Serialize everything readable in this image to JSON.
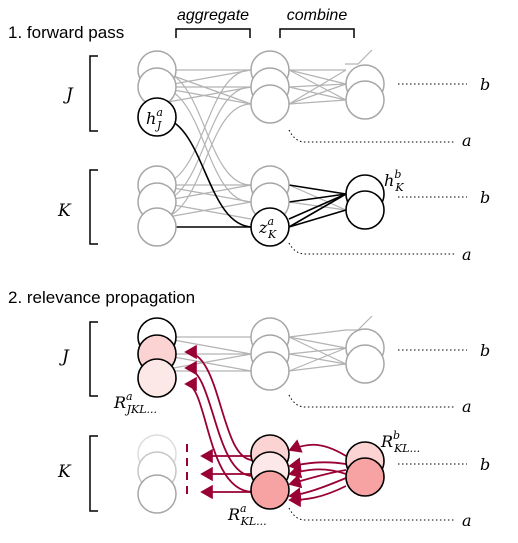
{
  "panel1": {
    "title": "1. forward pass",
    "label_aggregate": "aggregate",
    "label_combine": "combine",
    "group_J": "J",
    "group_K": "K",
    "out_b": "b",
    "out_a": "a",
    "h_base": "h",
    "h_sup": "a",
    "h_sub": "J",
    "hK_base": "h",
    "hK_sup": "b",
    "hK_sub": "K",
    "z_base": "z",
    "z_sup": "a",
    "z_sub": "K"
  },
  "panel2": {
    "title": "2. relevance propagation",
    "group_J": "J",
    "group_K": "K",
    "out_b": "b",
    "out_a": "a",
    "RJ_base": "R",
    "RJ_sup": "a",
    "RJ_sub": "JKL...",
    "RKb_base": "R",
    "RKb_sup": "b",
    "RKb_sub": "KL...",
    "RKa_base": "R",
    "RKa_sup": "a",
    "RKa_sub": "KL..."
  },
  "colors": {
    "node_gray": "#a6a6a6",
    "node_black": "#000000",
    "edge_gray": "#b3b3b3",
    "relevance_dark_red": "#990033",
    "fill_light": "#fde8e8",
    "fill_mid": "#fbd3d3",
    "fill_strong": "#f7a3a3"
  }
}
